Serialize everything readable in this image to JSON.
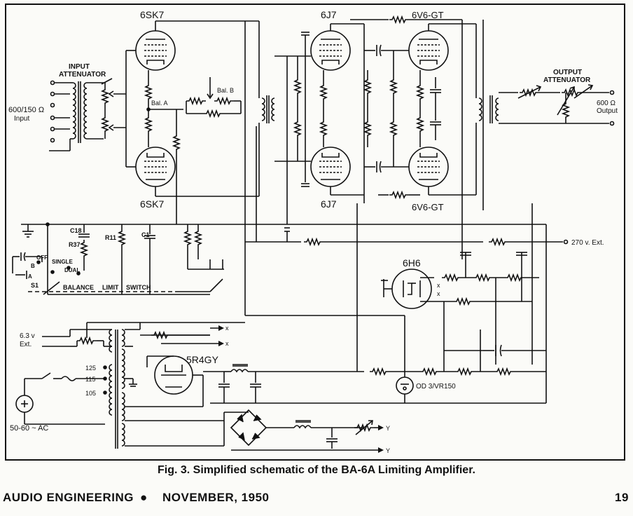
{
  "labels": {
    "tube_6sk7_top": "6SK7",
    "tube_6sk7_bottom": "6SK7",
    "tube_6j7_top": "6J7",
    "tube_6j7_bottom": "6J7",
    "tube_6v6_top": "6V6-GT",
    "tube_6v6_bottom": "6V6-GT",
    "tube_6h6": "6H6",
    "tube_5r4gy": "5R4GY",
    "input_attenuator_1": "INPUT",
    "input_attenuator_2": "ATTENUATOR",
    "output_attenuator_1": "OUTPUT",
    "output_attenuator_2": "ATTENUATOR",
    "input_impedance": "600/150 Ω",
    "input_word": "Input",
    "output_impedance": "600 Ω",
    "output_word": "Output",
    "bal_a": "Bal. A",
    "bal_b": "Bal. B",
    "ext_270": "270 v. Ext.",
    "ext_63_a": "6.3 v",
    "ext_63_b": "Ext.",
    "c18": "C18",
    "r37": "R37",
    "r11": "R11",
    "c1": "C1",
    "off": "OFF",
    "single": "SINGLE",
    "dual": "DUAL",
    "b": "B",
    "a": "A",
    "s1": "S1",
    "balance": "BALANCE",
    "limit": "LIMIT",
    "switch": "SWITCH",
    "tap_125": "125",
    "tap_115": "115",
    "tap_105": "105",
    "ac_mains": "50-60 ~ AC",
    "vr_tube": "OD 3/VR150",
    "x": "x",
    "y": "Y"
  },
  "caption": "Fig. 3. Simplified schematic of the BA-6A Limiting Amplifier.",
  "footer": {
    "journal": "AUDIO ENGINEERING",
    "bullet": "●",
    "date": "NOVEMBER, 1950",
    "page": "19"
  }
}
